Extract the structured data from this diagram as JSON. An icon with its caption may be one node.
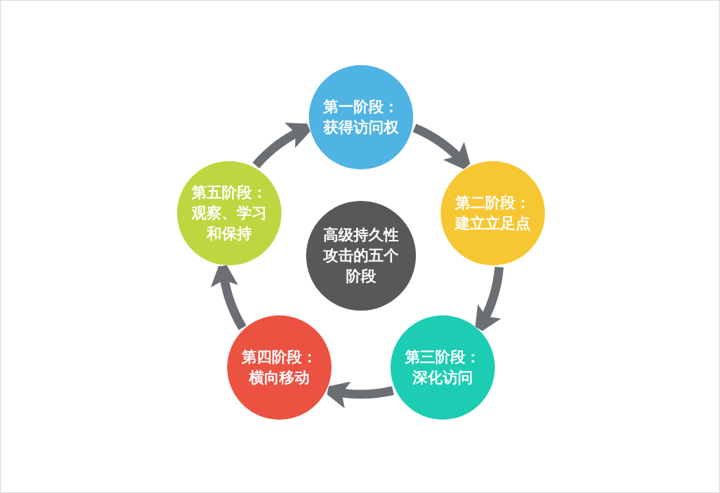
{
  "diagram": {
    "nodes": [
      {
        "text": [
          "第一阶段：获得访问权"
        ]
      },
      {
        "text": [
          "第二阶段：建立立足点"
        ]
      },
      {
        "text": [
          "第三阶段：深化访问"
        ]
      },
      {
        "text": [
          "第四阶段：横向移动"
        ]
      },
      {
        "text": [
          "第五阶段：观察、学习和保持"
        ]
      },
      {
        "text": [
          "高级持久性攻击的五个阶段"
        ]
      }
    ],
    "edges": [
      {
        "from": 0,
        "to": 1,
        "arrow": "to"
      },
      {
        "from": 1,
        "to": 2,
        "arrow": "to"
      },
      {
        "from": 2,
        "to": 3,
        "arrow": "to"
      },
      {
        "from": 3,
        "to": 4,
        "arrow": "to"
      },
      {
        "from": 4,
        "to": 0,
        "arrow": "to"
      }
    ]
  }
}
